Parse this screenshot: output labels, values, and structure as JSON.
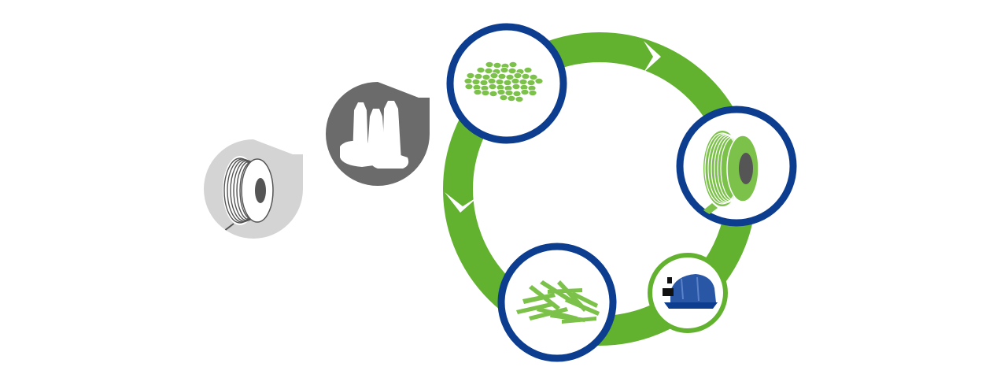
{
  "diagram": {
    "kind": "recycling-cycle",
    "colors": {
      "cycle_green": "#62b22f",
      "node_blue": "#0d3d8f",
      "light_green": "#7cc24a",
      "input_dark_gray": "#6b6b6b",
      "input_light_gray": "#d4d4d4",
      "machine_blue": "#2a56a6",
      "background": "#ffffff"
    },
    "inputs": [
      {
        "id": "used-spool",
        "icon": "spool-icon",
        "style": "light-gray"
      },
      {
        "id": "plastic-bottles",
        "icon": "bottles-icon",
        "style": "dark-gray"
      }
    ],
    "cycle_nodes": [
      {
        "id": "pellets",
        "icon": "pellets-icon",
        "ring": "blue"
      },
      {
        "id": "new-filament-spool",
        "icon": "filament-spool-icon",
        "ring": "blue"
      },
      {
        "id": "3d-printer",
        "icon": "printer-icon",
        "ring": "green"
      },
      {
        "id": "shredded-flakes",
        "icon": "flakes-icon",
        "ring": "blue"
      }
    ]
  }
}
